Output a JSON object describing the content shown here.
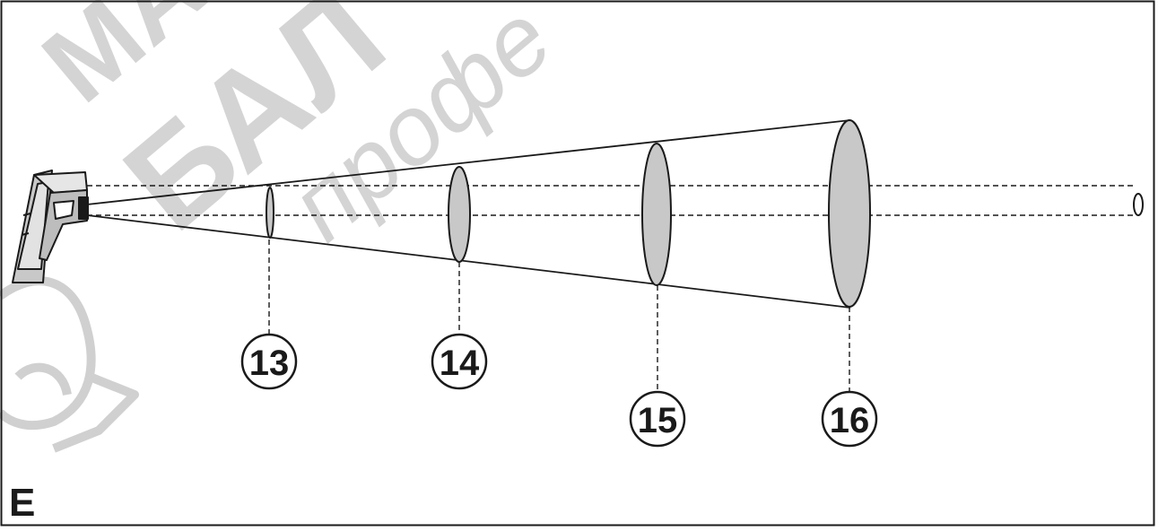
{
  "figure": {
    "panel_letter": "E",
    "callouts": [
      {
        "id": "13",
        "label": "13"
      },
      {
        "id": "14",
        "label": "14"
      },
      {
        "id": "15",
        "label": "15"
      },
      {
        "id": "16",
        "label": "16"
      }
    ]
  },
  "watermark": {
    "lines": [
      "МА",
      "БАЛ",
      "профе"
    ],
    "color": "#d0d0d0"
  },
  "colors": {
    "line": "#1a1a1a",
    "spot_fill": "#c8c8c8",
    "background": "#ffffff"
  },
  "icons": {
    "device": "ir-thermometer-icon"
  }
}
